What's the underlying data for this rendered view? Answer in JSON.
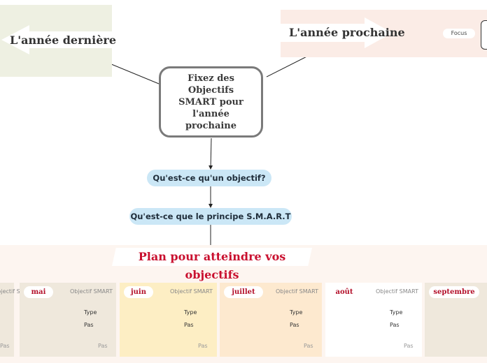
{
  "central_topic": "Fixez des Objectifs SMART pour l'année prochaine",
  "left_branch": "L'année dernière",
  "right_branch": "L'année prochaine",
  "right_child": "Focus",
  "questions": [
    "Qu'est-ce qu'un objectif?",
    "Qu'est-ce que le principe S.M.A.R.T"
  ],
  "plan_title": "Plan pour atteindre vos objectifs",
  "partial_left": {
    "objective": "Objectif SMART",
    "step": "Pas"
  },
  "months": [
    {
      "label": "mai",
      "objective": "Objectif SMART",
      "type": "Type",
      "step": "Pas",
      "substep": "Pas"
    },
    {
      "label": "juin",
      "objective": "Objectif SMART",
      "type": "Type",
      "step": "Pas",
      "substep": "Pas"
    },
    {
      "label": "juillet",
      "objective": "Objectif SMART",
      "type": "Type",
      "step": "Pas",
      "substep": "Pas"
    },
    {
      "label": "août",
      "objective": "Objectif SMART",
      "type": "Type",
      "step": "Pas",
      "substep": "Pas"
    },
    {
      "label": "septembre"
    }
  ],
  "colors": {
    "left_panel": "#eef0e2",
    "right_panel": "#fbece6",
    "pill": "#cbe7f6",
    "plan_band": "#fdf5f0",
    "month_title": "#c9102f",
    "month_panels": [
      "#efe8dc",
      "#fdeec4",
      "#fde9cf",
      "#ffffff",
      "#efe8dc"
    ]
  }
}
